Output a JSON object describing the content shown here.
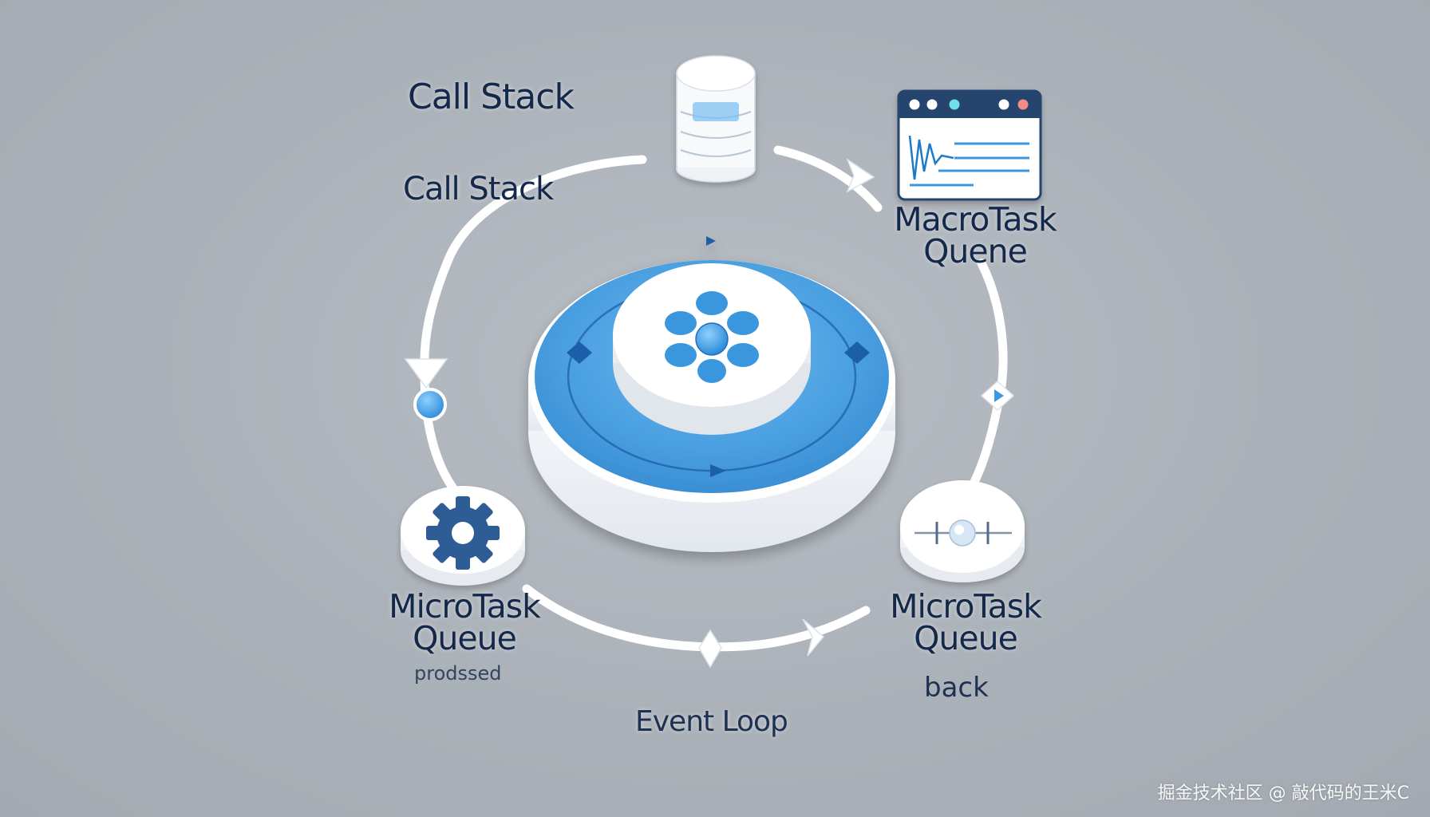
{
  "labels": {
    "call_stack_top": "Call Stack",
    "call_stack_mid": "Call Stack",
    "macrotask_line1": "MacroTask",
    "macrotask_line2": "Quene",
    "microtask_left_line1": "MicroTask",
    "microtask_left_line2": "Queue",
    "microtask_left_sub": "prodssed",
    "microtask_right_line1": "MicroTask",
    "microtask_right_line2": "Queue",
    "microtask_right_sub": "back",
    "event_loop": "Event Loop"
  },
  "icons": {
    "database": "database-icon",
    "browser_window": "browser-window-icon",
    "gear": "gear-icon",
    "connector": "connector-icon",
    "flower": "flower-icon"
  },
  "colors": {
    "background": "#abb1b8",
    "accent_blue": "#4ea6e6",
    "dark_blue": "#1f5ea8",
    "node_white": "#ffffff",
    "label_text": "#14284a"
  },
  "watermark": "掘金技术社区 @ 敲代码的王米C"
}
